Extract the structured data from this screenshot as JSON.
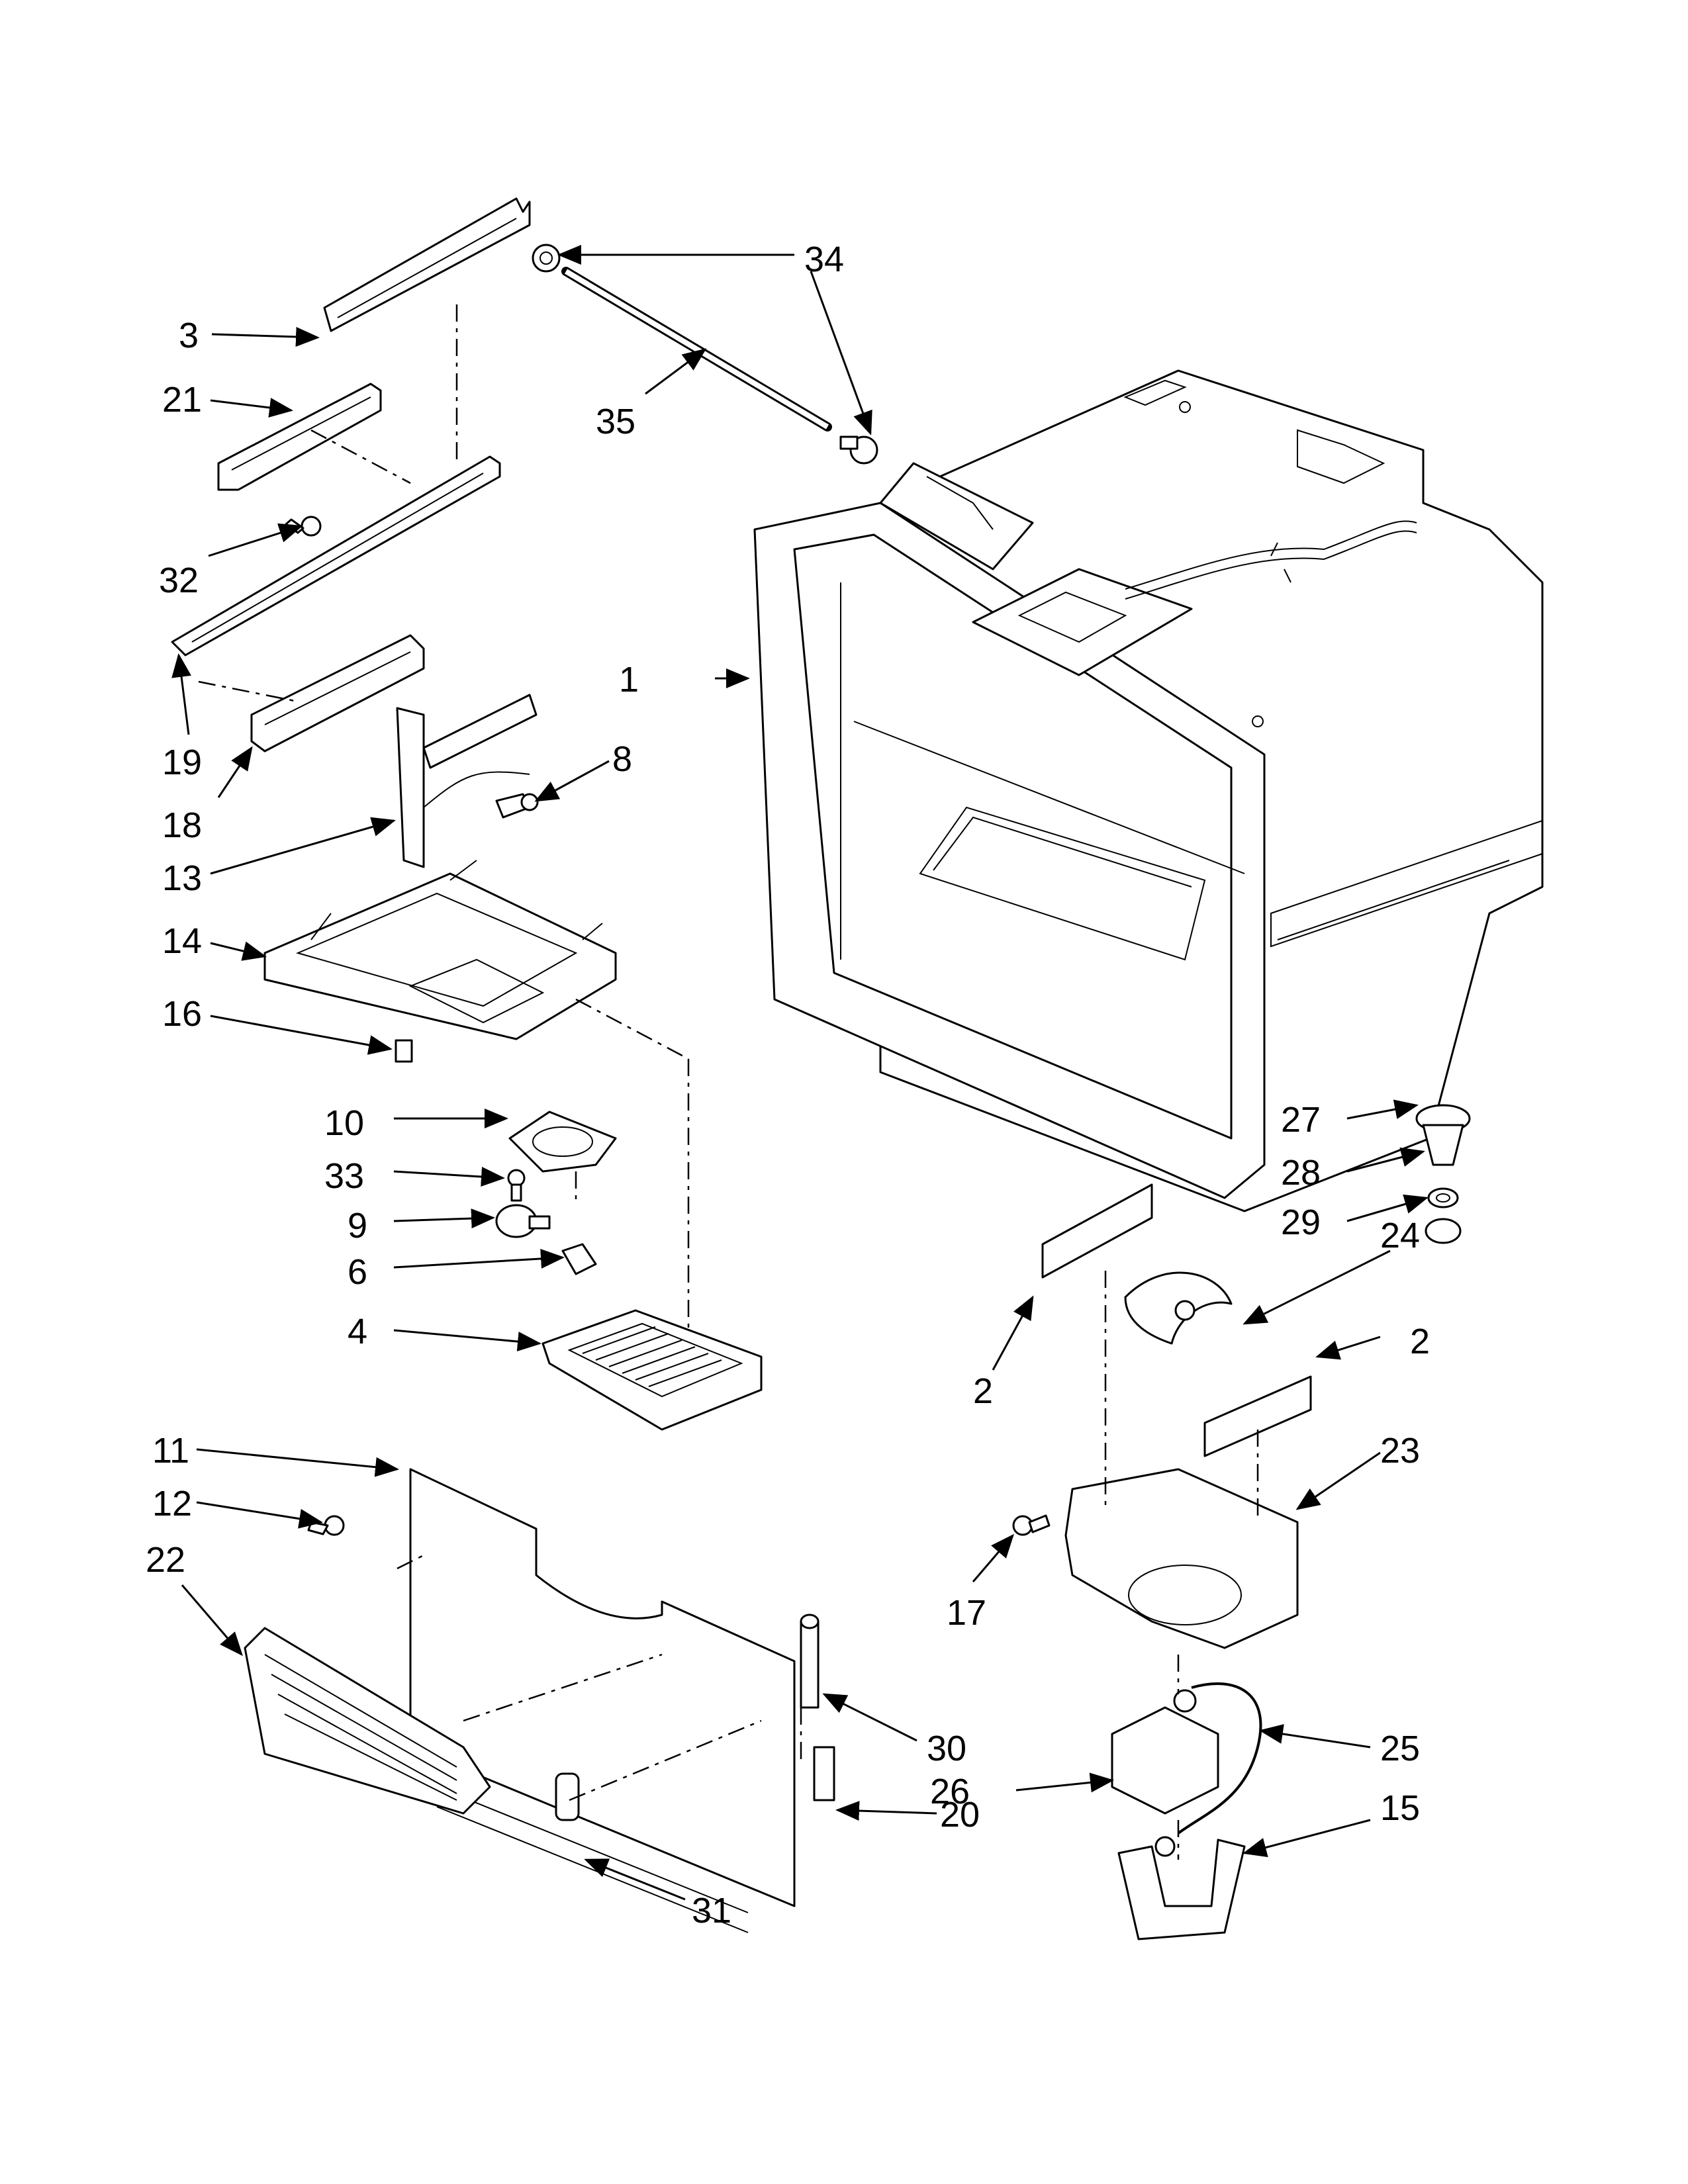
{
  "callouts": {
    "p1": "1",
    "p2a": "2",
    "p2b": "2",
    "p3": "3",
    "p4": "4",
    "p6": "6",
    "p8": "8",
    "p9": "9",
    "p10": "10",
    "p11": "11",
    "p12": "12",
    "p13": "13",
    "p14": "14",
    "p15": "15",
    "p16": "16",
    "p17": "17",
    "p18": "18",
    "p19": "19",
    "p20": "20",
    "p21": "21",
    "p22": "22",
    "p23": "23",
    "p24": "24",
    "p25": "25",
    "p26": "26",
    "p27": "27",
    "p28": "28",
    "p29": "29",
    "p30": "30",
    "p31": "31",
    "p32": "32",
    "p33": "33",
    "p34": "34",
    "p35": "35"
  }
}
